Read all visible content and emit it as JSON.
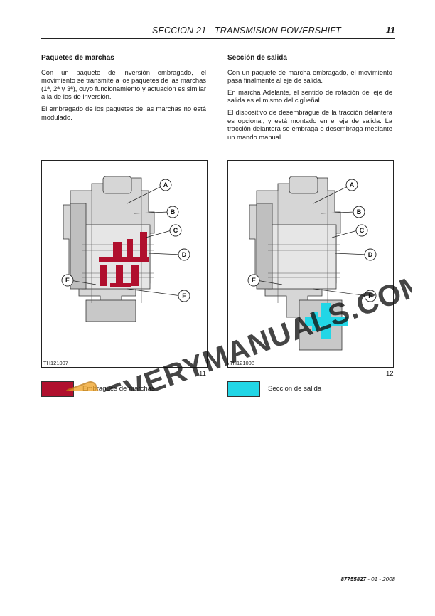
{
  "header": {
    "section_title": "SECCION 21 - TRANSMISION POWERSHIFT",
    "page_number": "11"
  },
  "left_column": {
    "heading": "Paquetes de marchas",
    "paragraphs": [
      "Con un paquete de inversión embragado, el movimiento se transmite a los paquetes de las marchas (1ª, 2ª y 3ª), cuyo funcionamiento y actuación es similar a la de los de inversión.",
      "El embragado de los paquetes de las marchas no está modulado."
    ]
  },
  "right_column": {
    "heading": "Sección de salida",
    "paragraphs": [
      "Con un paquete de marcha embragado, el movimiento pasa finalmente al eje de salida.",
      "En marcha Adelante, el sentido de rotación del eje de salida es el mismo del cigüeñal.",
      "El dispositivo de desembrague de la tracción delantera es opcional, y está montado en el eje de salida. La tracción delantera se embraga o desembraga mediante un mando manual."
    ]
  },
  "figures": [
    {
      "code": "TH121007",
      "number": "11",
      "callouts": [
        "A",
        "B",
        "C",
        "D",
        "E",
        "F"
      ],
      "highlight_color": "#b0102e",
      "legend_label": "Embragues de marchas"
    },
    {
      "code": "TH121008",
      "number": "12",
      "callouts": [
        "A",
        "B",
        "C",
        "D",
        "E",
        "F"
      ],
      "highlight_color": "#22d6e6",
      "legend_label": "Seccion de salida"
    }
  ],
  "watermark": {
    "text": "EVERYMANUALS.COM",
    "logo_letter": "E",
    "color": "#f0a52a"
  },
  "footer": {
    "doc_code": "87755827",
    "date": "- 01 - 2008"
  }
}
